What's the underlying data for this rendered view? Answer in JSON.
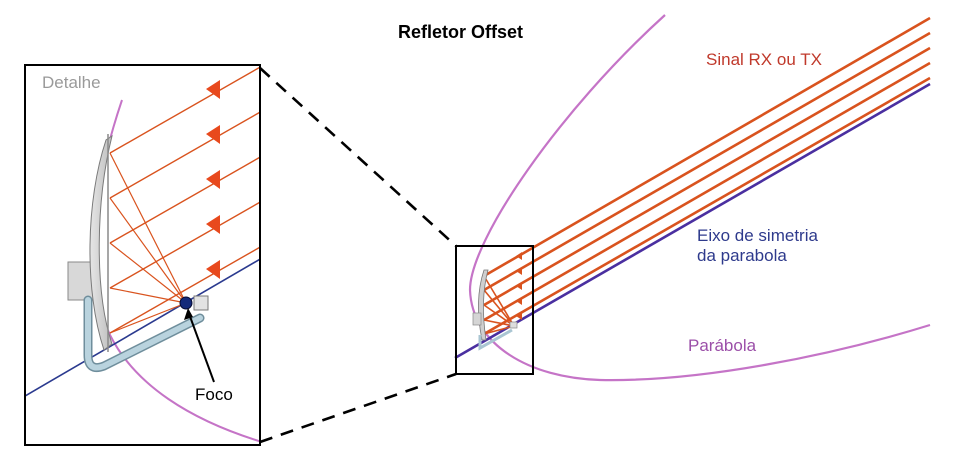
{
  "title": "Refletor Offset",
  "labels": {
    "detail": "Detalhe",
    "signal": "Sinal RX ou TX",
    "axis_line1": "Eixo de simetria",
    "axis_line2": "da parabola",
    "parabola": "Parábola",
    "focus": "Foco"
  },
  "colors": {
    "signal": "#d9531e",
    "parabola": "#c574c7",
    "axis": "#2b3a8f",
    "dish": "#cfcfcf",
    "arm": "#a9c5d2",
    "focus_point": "#142a7a"
  }
}
